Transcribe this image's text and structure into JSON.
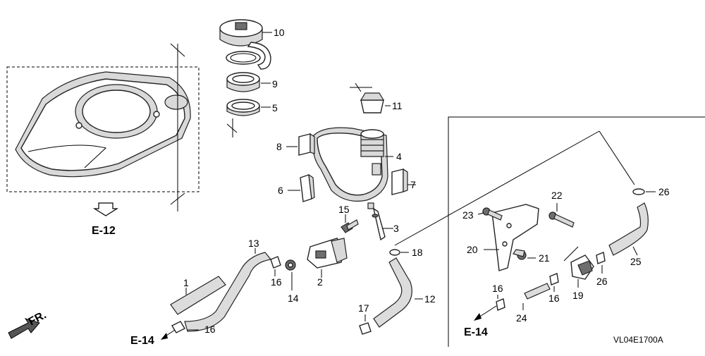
{
  "labels": {
    "p1": "1",
    "p2": "2",
    "p3": "3",
    "p4": "4",
    "p5": "5",
    "p6": "6",
    "p7": "7",
    "p8": "8",
    "p9": "9",
    "p10": "10",
    "p11": "11",
    "p12": "12",
    "p13": "13",
    "p14": "14",
    "p15": "15",
    "p16a": "16",
    "p16b": "16",
    "p16c": "16",
    "p16d": "16",
    "p17": "17",
    "p18": "18",
    "p19": "19",
    "p20": "20",
    "p21": "21",
    "p22": "22",
    "p23": "23",
    "p24": "24",
    "p25": "25",
    "p26a": "26",
    "p26b": "26"
  },
  "refs": {
    "e12": "E-12",
    "e14_left": "E-14",
    "e14_right": "E-14",
    "front": "FR."
  },
  "drawing_code": "VL04E1700A"
}
